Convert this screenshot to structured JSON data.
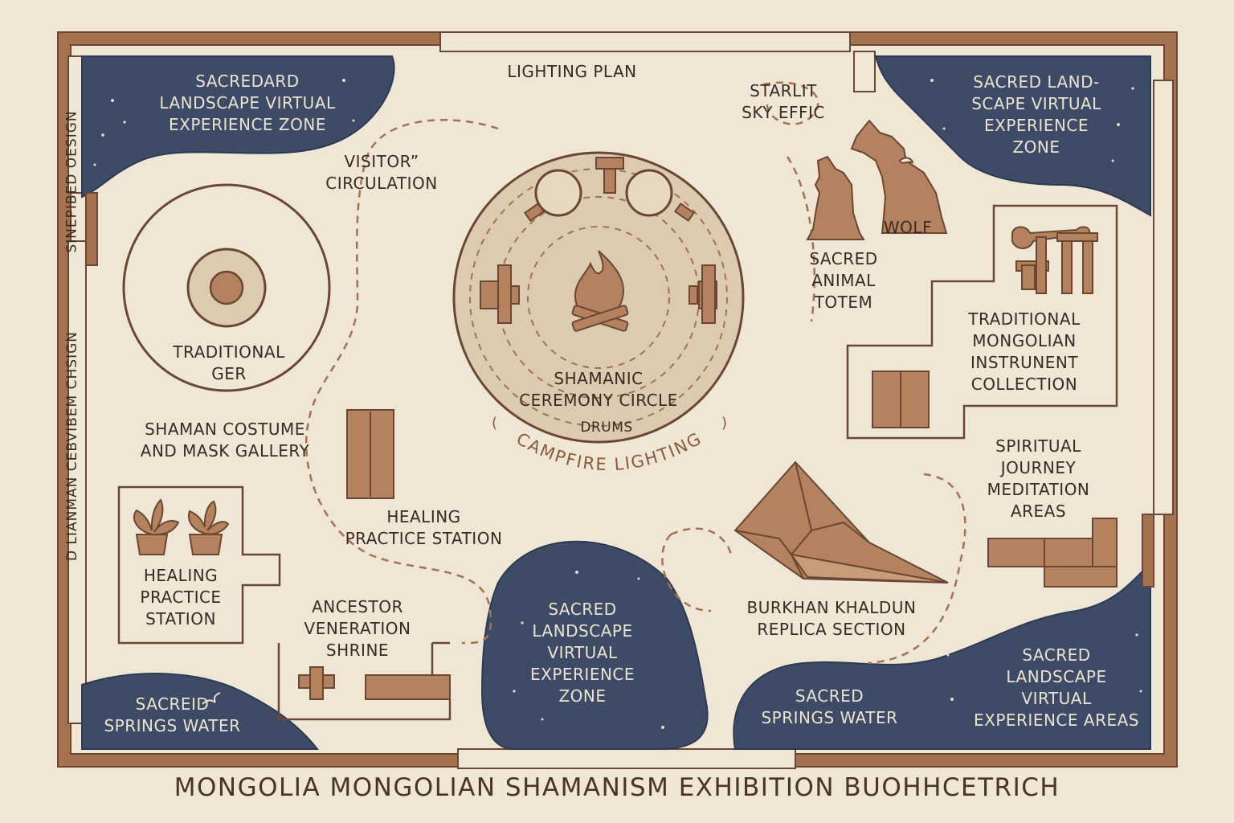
{
  "colors": {
    "background": "#efe6d6",
    "wall": "#a5714e",
    "wall_dark": "#6b4632",
    "water": "#3e4b66",
    "brown_fill": "#b58260",
    "circle_fill": "#dccbb0",
    "text": "#3a2a20"
  },
  "labels": {
    "sacred_landscape_top_left": [
      "SACREDARD",
      "LANDSCAPE VIRTUAL",
      "EXPERIENCE ZONE"
    ],
    "lighting_plan": [
      "LIGHTING PLAN"
    ],
    "starlit": [
      "STARLIT",
      "SKY EFFIC"
    ],
    "sacred_landscape_top_right": [
      "SACRED LAND-",
      "SCAPE VIRTUAL",
      "EXPERIENCE",
      "ZONE"
    ],
    "visitor_circulation": [
      "VISITOR”",
      "CIRCULATION"
    ],
    "wolf": [
      "WOLF"
    ],
    "sacred_animal_totem": [
      "SACRED",
      "ANIMAL",
      "TOTEM"
    ],
    "traditional_ger": [
      "TRADITIONAL",
      "GER"
    ],
    "shamanic_ceremony": [
      "SHAMANIC",
      "CEREMONY CIRCLE"
    ],
    "drums": [
      "DRUMS"
    ],
    "campfire_lighting": "CAMPFIRE LIGHTING",
    "instrument_collection": [
      "TRADITIONAL",
      "MONGOLIAN",
      "INSTRUNENT",
      "COLLECTION"
    ],
    "costume_gallery": [
      "SHAMAN COSTUME",
      "AND MASK GALLERY"
    ],
    "healing_station_center": [
      "HEALING",
      "PRACTICE STATION"
    ],
    "spiritual_journey": [
      "SPIRITUAL",
      "JOURNEY",
      "MEDITATION",
      "AREAS"
    ],
    "healing_station_left": [
      "HEALING",
      "PRACTICE",
      "STATION"
    ],
    "ancestor_shrine": [
      "ANCESTOR",
      "VENERATION",
      "SHRINE"
    ],
    "sacred_landscape_bottom": [
      "SACRED",
      "LANDSCAPE",
      "VIRTUAL",
      "EXPERIENCE",
      "ZONE"
    ],
    "burkhan_khaldun": [
      "BURKHAN KHALDUN",
      "REPLICA SECTION"
    ],
    "sacred_springs_left": [
      "SACREID",
      "SPRINGS WATER"
    ],
    "sacred_springs_right": [
      "SACRED",
      "SPRINGS WATER"
    ],
    "sacred_landscape_bottom_right": [
      "SACRED",
      "LANDSCAPE",
      "VIRTUAL",
      "EXPERIENCE AREAS"
    ]
  },
  "side_text": {
    "upper": "SINEPIBED OESIGN",
    "lower": "D LIANMAN CEBVIBEM CHSIGN"
  },
  "footer_title": "MONGOLIA MONGOLIAN SHAMANISM EXHIBITION BUOHHCETRICH",
  "icons": [
    "campfire-icon",
    "drum-icon",
    "wolf-icon",
    "potted-plant-icon",
    "instrument-icon",
    "mountain-icon",
    "shrine-icon",
    "ger-icon"
  ]
}
